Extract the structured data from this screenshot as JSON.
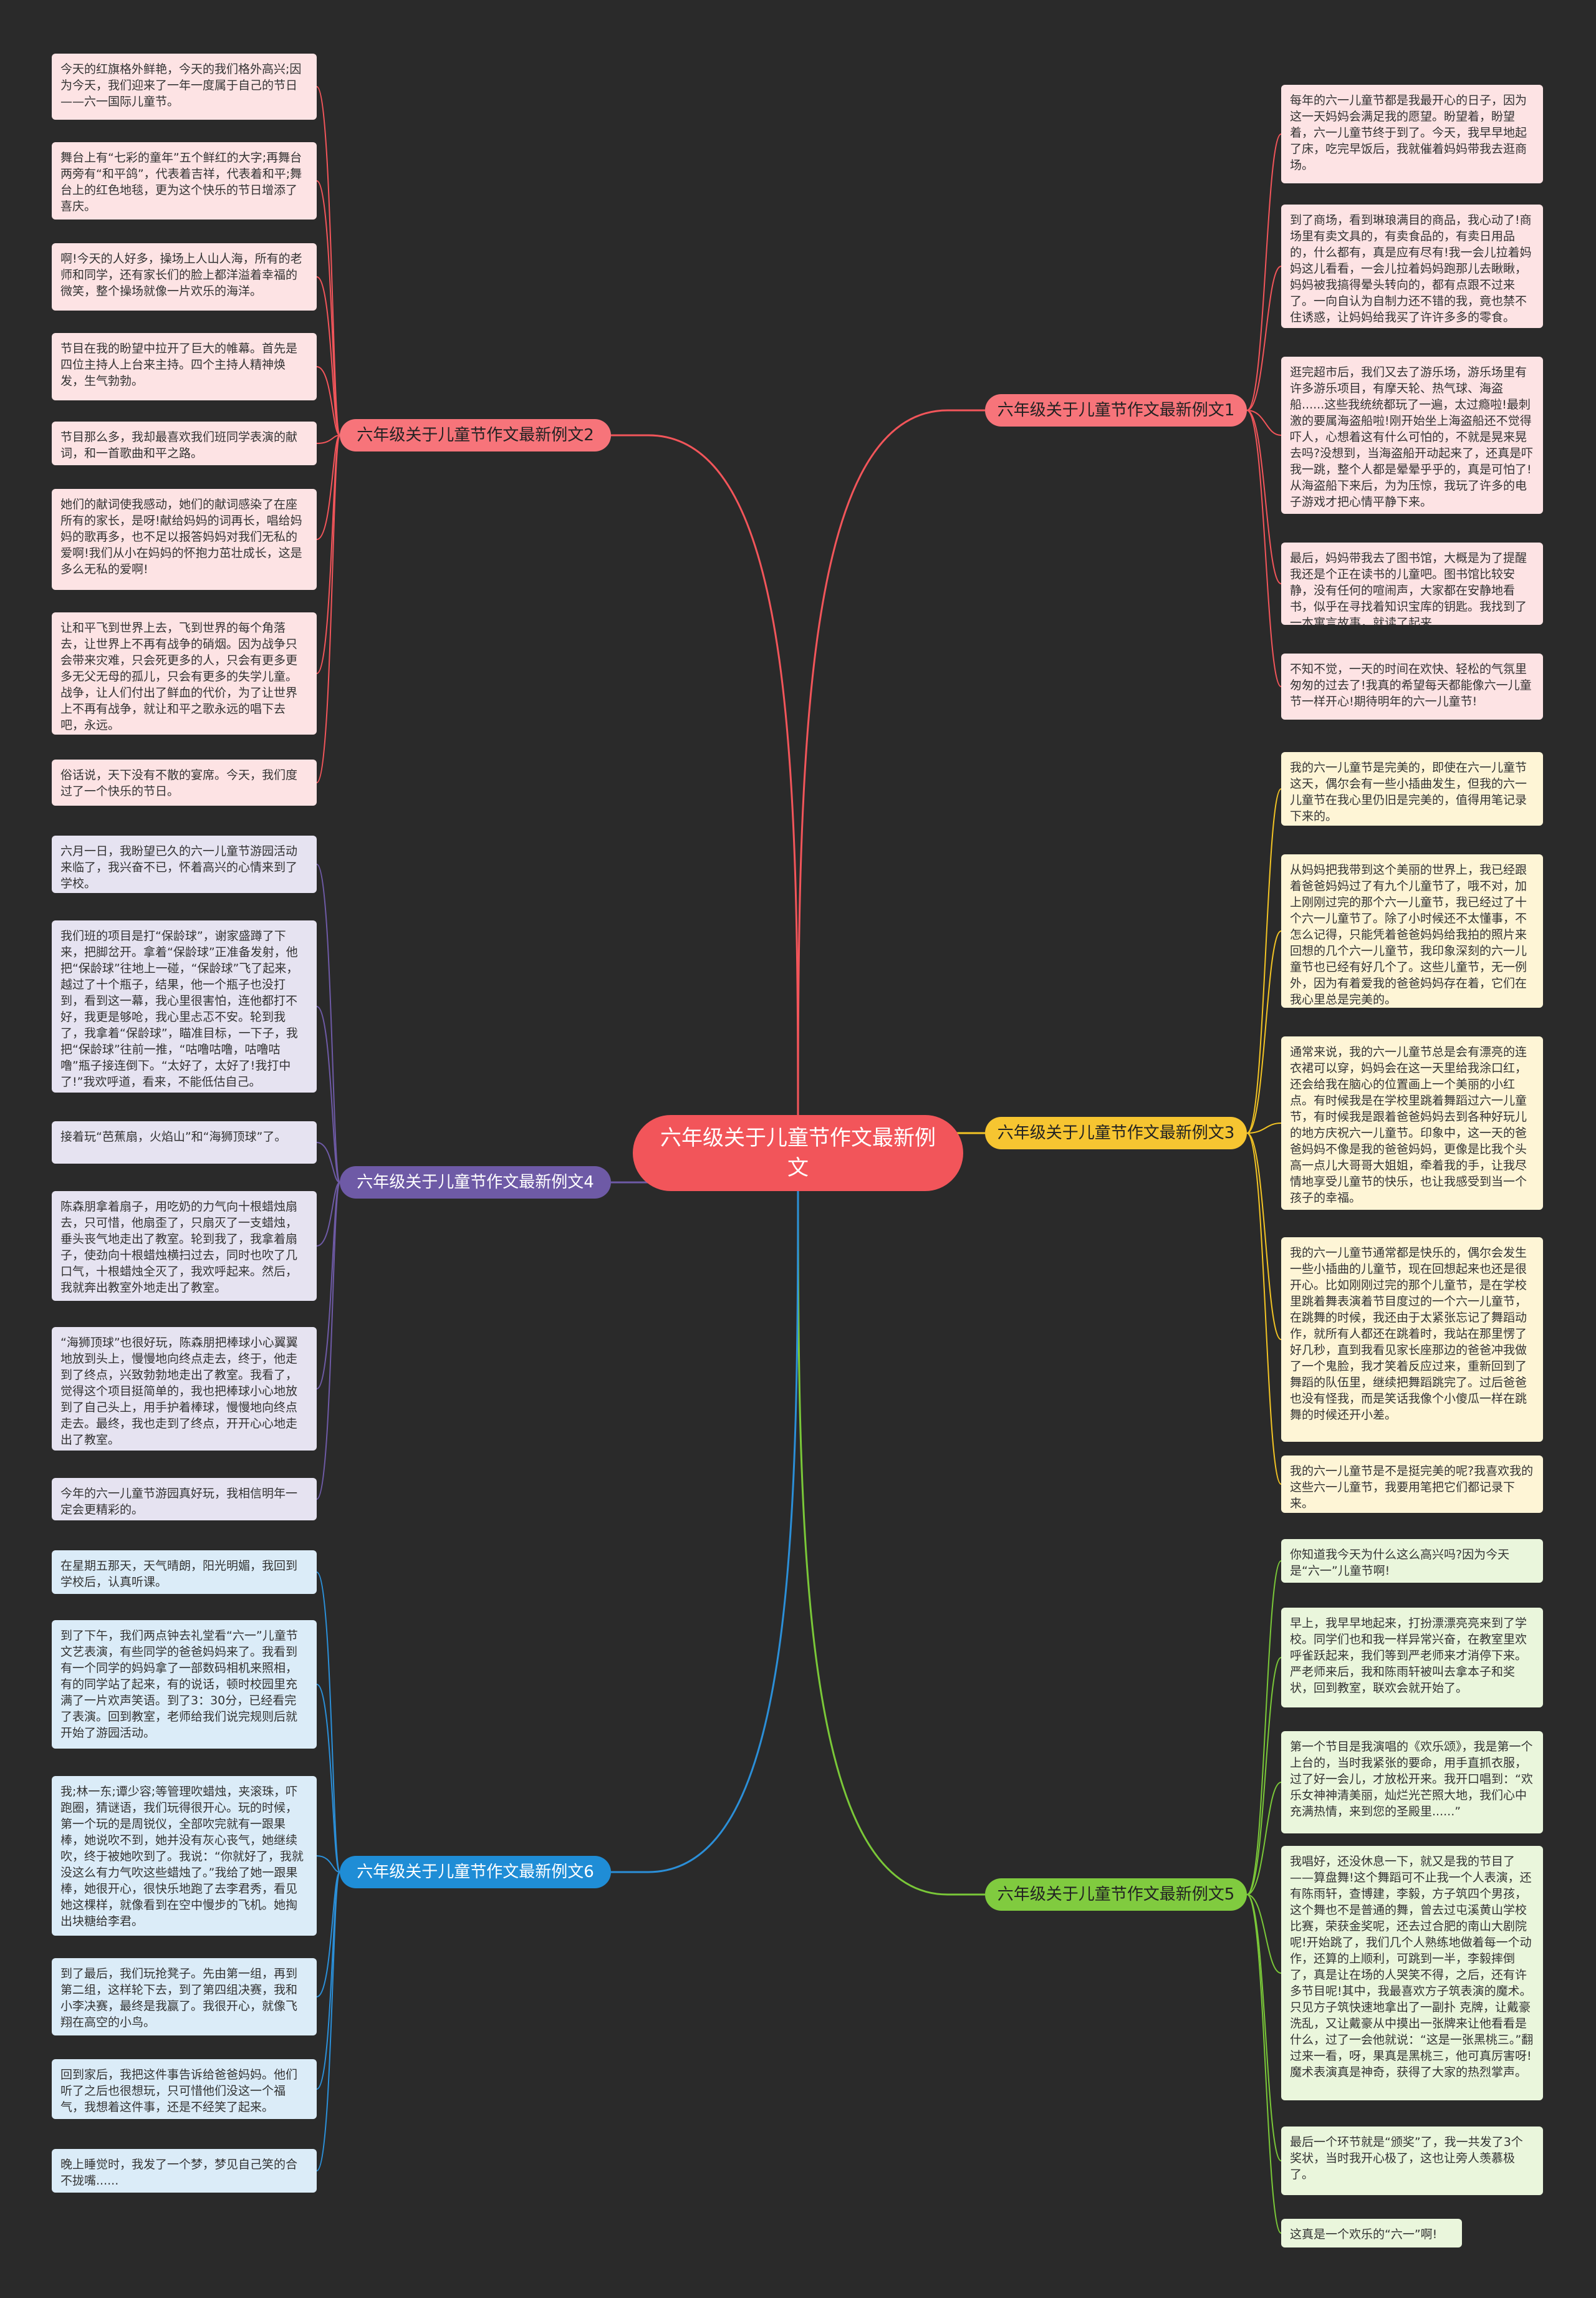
{
  "root": {
    "title": "六年级关于儿童节作文最新例文"
  },
  "branches": [
    {
      "label": "六年级关于儿童节作文最新例文1",
      "side": "right",
      "fill": "#f7747a",
      "leaf_bg": "#fde3e4",
      "line": "#f2555a",
      "leaves": [
        "每年的六一儿童节都是我最开心的日子，因为这一天妈妈会满足我的愿望。盼望着，盼望着，六一儿童节终于到了。今天，我早早地起了床，吃完早饭后，我就催着妈妈带我去逛商场。",
        "到了商场，看到琳琅满目的商品，我心动了!商场里有卖文具的，有卖食品的，有卖日用品的，什么都有，真是应有尽有!我一会儿拉着妈妈这儿看看，一会儿拉着妈妈跑那儿去瞅瞅，妈妈被我搞得晕头转向的，都有点跟不过来了。一向自认为自制力还不错的我，竟也禁不住诱惑，让妈妈给我买了许许多多的零食。",
        "逛完超市后，我们又去了游乐场，游乐场里有许多游乐项目，有摩天轮、热气球、海盗船......这些我统统都玩了一遍，太过瘾啦!最刺激的要属海盗船啦!刚开始坐上海盗船还不觉得吓人，心想着这有什么可怕的，不就是晃来晃去吗?没想到，当海盗船开动起来了，还真是吓我一跳，整个人都是晕晕乎乎的，真是可怕了!从海盗船下来后，为为压惊，我玩了许多的电子游戏才把心情平静下来。",
        "最后，妈妈带我去了图书馆，大概是为了提醒我还是个正在读书的儿童吧。图书馆比较安静，没有任何的喧闹声，大家都在安静地看书，似乎在寻找着知识宝库的钥匙。我找到了一本寓言故事，就读了起来......",
        "不知不觉，一天的时间在欢快、轻松的气氛里匆匆的过去了!我真的希望每天都能像六一儿童节一样开心!期待明年的六一儿童节!"
      ]
    },
    {
      "label": "六年级关于儿童节作文最新例文3",
      "side": "right",
      "fill": "#f6c531",
      "leaf_bg": "#fef5d6",
      "line": "#f3c424",
      "leaves": [
        "我的六一儿童节是完美的，即使在六一儿童节这天，偶尔会有一些小插曲发生，但我的六一儿童节在我心里仍旧是完美的，值得用笔记录下来的。",
        "从妈妈把我带到这个美丽的世界上，我已经跟着爸爸妈妈过了有九个儿童节了，哦不对，加上刚刚过完的那个六一儿童节，我已经过了十个六一儿童节了。除了小时候还不太懂事，不怎么记得，只能凭着爸爸妈妈给我拍的照片来回想的几个六一儿童节，我印象深刻的六一儿童节也已经有好几个了。这些儿童节，无一例外，因为有着爱我的爸爸妈妈存在着，它们在我心里总是完美的。",
        "通常来说，我的六一儿童节总是会有漂亮的连衣裙可以穿，妈妈会在这一天里给我涂口红，还会给我在脑心的位置画上一个美丽的小红点。有时候我是在学校里跳着舞蹈过六一儿童节，有时候我是跟着爸爸妈妈去到各种好玩儿的地方庆祝六一儿童节。印象中，这一天的爸爸妈妈不像是我的爸爸妈妈，更像是比我个头高一点儿大哥哥大姐姐，牵着我的手，让我尽情地享受儿童节的快乐，也让我感受到当一个孩子的幸福。",
        "我的六一儿童节通常都是快乐的，偶尔会发生一些小插曲的儿童节，现在回想起来也还是很开心。比如刚刚过完的那个儿童节，是在学校里跳着舞表演着节目度过的一个六一儿童节，在跳舞的时候，我还由于太紧张忘记了舞蹈动作，就所有人都还在跳着时，我站在那里愣了好几秒，直到我看见家长座那边的爸爸冲我做了一个鬼脸，我才笑着反应过来，重新回到了舞蹈的队伍里，继续把舞蹈跳完了。过后爸爸也没有怪我，而是笑话我像个小傻瓜一样在跳舞的时候还开小差。",
        "我的六一儿童节是不是挺完美的呢?我喜欢我的这些六一儿童节，我要用笔把它们都记录下来。"
      ]
    },
    {
      "label": "六年级关于儿童节作文最新例文5",
      "side": "right",
      "fill": "#80cb3f",
      "leaf_bg": "#eaf6dc",
      "line": "#7ac838",
      "leaves": [
        "你知道我今天为什么这么高兴吗?因为今天是“六一”儿童节啊!",
        "早上，我早早地起来，打扮漂漂亮亮来到了学校。同学们也和我一样异常兴奋，在教室里欢呼雀跃起来，我们等到严老师来才消停下来。严老师来后，我和陈雨轩被叫去拿本子和奖状，回到教室，联欢会就开始了。",
        "第一个节目是我演唱的《欢乐颂》，我是第一个上台的，当时我紧张的要命，用手直抓衣服，过了好一会儿，才放松开来。我开口唱到：“欢乐女神神清美丽，灿烂光芒照大地，我们心中充满热情，来到您的圣殿里......”",
        "我唱好，还没休息一下，就又是我的节目了——算盘舞!这个舞蹈可不止我一个人表演，还有陈雨轩，查博建，李毅，方子筑四个男孩，这个舞也不是普通的舞，曾去过屯溪黄山学校比赛，荣获金奖呢，还去过合肥的南山大剧院呢!开始跳了，我们几个人熟练地做着每一个动作，还算的上顺利，可跳到一半，李毅摔倒了，真是让在场的人哭笑不得，之后，还有许多节目呢!其中，我最喜欢方子筑表演的魔术。只见方子筑快速地拿出了一副扑 克牌，让戴豪洗乱，又让戴豪从中摸出一张牌来让他看看是什么，过了一会他就说：“这是一张黑桃三。”翻过来一看，呀，果真是黑桃三，他可真厉害呀!魔术表演真是神奇，获得了大家的热烈掌声。",
        "最后一个环节就是“颁奖”了，我一共发了3个奖状，当时我开心极了，这也让旁人羡慕极了。",
        "这真是一个欢乐的“六一”啊!"
      ]
    },
    {
      "label": "六年级关于儿童节作文最新例文2",
      "side": "left",
      "fill": "#f7747a",
      "leaf_bg": "#fde3e4",
      "line": "#f2555a",
      "leaves": [
        "今天的红旗格外鲜艳，今天的我们格外高兴;因为今天，我们迎来了一年一度属于自己的节日——六一国际儿童节。",
        "舞台上有“七彩的童年”五个鲜红的大字;再舞台两旁有“和平鸽”，代表着吉祥，代表着和平;舞台上的红色地毯，更为这个快乐的节日增添了喜庆。",
        "啊!今天的人好多，操场上人山人海，所有的老师和同学，还有家长们的脸上都洋溢着幸福的微笑，整个操场就像一片欢乐的海洋。",
        "节目在我的盼望中拉开了巨大的帷幕。首先是四位主持人上台来主持。四个主持人精神焕发，生气勃勃。",
        "节目那么多，我却最喜欢我们班同学表演的献词，和一首歌曲和平之路。",
        "她们的献词使我感动，她们的献词感染了在座所有的家长，是呀!献给妈妈的词再长，唱给妈妈的歌再多，也不足以报答妈妈对我们无私的爱啊!我们从小在妈妈的怀抱力茁壮成长，这是多么无私的爱啊!",
        "让和平飞到世界上去，飞到世界的每个角落去，让世界上不再有战争的硝烟。因为战争只会带来灾难，只会死更多的人，只会有更多更多无父无母的孤儿，只会有更多的失学儿童。战争，让人们付出了鲜血的代价，为了让世界上不再有战争，就让和平之歌永远的唱下去吧，永远。",
        "俗话说，天下没有不散的宴席。今天，我们度过了一个快乐的节日。"
      ]
    },
    {
      "label": "六年级关于儿童节作文最新例文4",
      "side": "left",
      "fill": "#6e5aa6",
      "leaf_bg": "#e6e3f1",
      "line": "#6e5aa6",
      "light_text": true,
      "leaves": [
        "六月一日，我盼望已久的六一儿童节游园活动来临了，我兴奋不已，怀着高兴的心情来到了学校。",
        "我们班的项目是打“保龄球”，谢家盛蹲了下来，把脚岔开。拿着“保龄球”正准备发射，他把“保龄球”往地上一碰，“保龄球”飞了起来，越过了十个瓶子，结果，他一个瓶子也没打到，看到这一幕，我心里很害怕，连他都打不好，我更是够呛，我心里忐忑不安。轮到我了，我拿着“保龄球”，瞄准目标，一下子，我把“保龄球”往前一推，“咕噜咕噜，咕噜咕噜”瓶子接连倒下。“太好了，太好了!我打中了!”我欢呼道，看来，不能低估自己。",
        "接着玩“芭蕉扇，火焰山”和“海狮顶球”了。",
        "陈森朋拿着扇子，用吃奶的力气向十根蜡烛扇去，只可惜，他扇歪了，只扇灭了一支蜡烛，垂头丧气地走出了教室。轮到我了，我拿着扇子，使劲向十根蜡烛横扫过去，同时也吹了几口气，十根蜡烛全灭了，我欢呼起来。然后，我就奔出教室外地走出了教室。",
        "“海狮顶球”也很好玩，陈森朋把棒球小心翼翼地放到头上，慢慢地向终点走去，终于，他走到了终点，兴致勃勃地走出了教室。我看了，觉得这个项目挺简单的，我也把棒球小心地放到了自己头上，用手护着棒球，慢慢地向终点走去。最终，我也走到了终点，开开心心地走出了教室。",
        "今年的六一儿童节游园真好玩，我相信明年一定会更精彩的。"
      ]
    },
    {
      "label": "六年级关于儿童节作文最新例文6",
      "side": "left",
      "fill": "#1f8dd6",
      "leaf_bg": "#dbecf8",
      "line": "#2b8fd8",
      "light_text": true,
      "leaves": [
        "在星期五那天，天气晴朗，阳光明媚，我回到学校后，认真听课。",
        "到了下午，我们两点钟去礼堂看“六一”儿童节文艺表演，有些同学的爸爸妈妈来了。我看到有一个同学的妈妈拿了一部数码相机来照相，有的同学站了起来，有的说话，顿时校园里充满了一片欢声笑语。到了3：30分，已经看完了表演。回到教室，老师给我们说完规则后就开始了游园活动。",
        "我;林一东;谭少容;等管理吹蜡烛，夹滚珠，吓跑圈，猜谜语，我们玩得很开心。玩的时候，第一个玩的是周锐仪，全部吹完就有一跟果棒，她说吹不到，她并没有灰心丧气，她继续吹，终于被她吹到了。我说：“你就好了，我就没这么有力气吹这些蜡烛了。”我给了她一跟果棒，她很开心，很快乐地跑了去李君秀，看见她这棵样，就像看到在空中慢步的飞机。她掏出块糖给李君。",
        "到了最后，我们玩抢凳子。先由第一组，再到第二组，这样轮下去，到了第四组决赛，我和小李决赛，最终是我赢了。我很开心，就像飞翔在高空的小鸟。",
        "回到家后，我把这件事告诉给爸爸妈妈。他们听了之后也很想玩，只可惜他们没这一个福气，我想着这件事，还是不经笑了起来。",
        "晚上睡觉时，我发了一个梦，梦见自己笑的合不拢嘴......"
      ]
    }
  ]
}
